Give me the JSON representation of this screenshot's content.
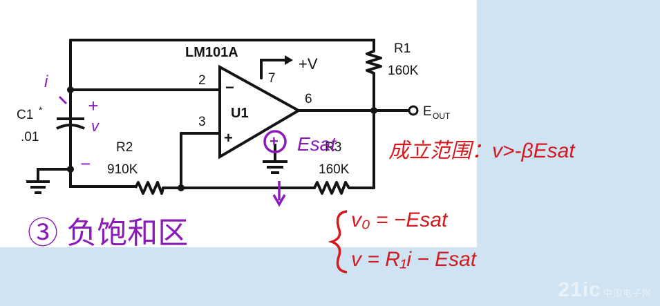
{
  "circuit": {
    "opamp_part": "LM101A",
    "opamp_ref": "U1",
    "pins": {
      "inv": "2",
      "noninv": "3",
      "vplus": "7",
      "out": "6"
    },
    "supply_label": "+V",
    "r1": {
      "name": "R1",
      "value": "160K"
    },
    "r2": {
      "name": "R2",
      "value": "910K"
    },
    "r3": {
      "name": "R3",
      "value": "160K"
    },
    "c1": {
      "name": "C1",
      "star": "*",
      "value": ".01"
    },
    "output_label": "E",
    "output_sub": "OUT",
    "inv_sign": "−",
    "noninv_sign": "+"
  },
  "annotations": {
    "i_label": "i",
    "cap_plus": "+",
    "cap_v": "v",
    "cap_minus": "−",
    "esat_label": "Esat",
    "plus_circle": "+",
    "case_title": "③ 负饱和区",
    "condition": "成立范围：v>-βEsat",
    "eq1": "v₀ = −Esat",
    "eq2": "v = R₁i − Esat"
  },
  "watermark": {
    "brand": "21ic",
    "sub": "中国电子网"
  },
  "colors": {
    "ink": "#141414",
    "blue": "#2233d0",
    "purple": "#8a1bb8",
    "red": "#d4191f",
    "background": "#cfe3f2"
  }
}
